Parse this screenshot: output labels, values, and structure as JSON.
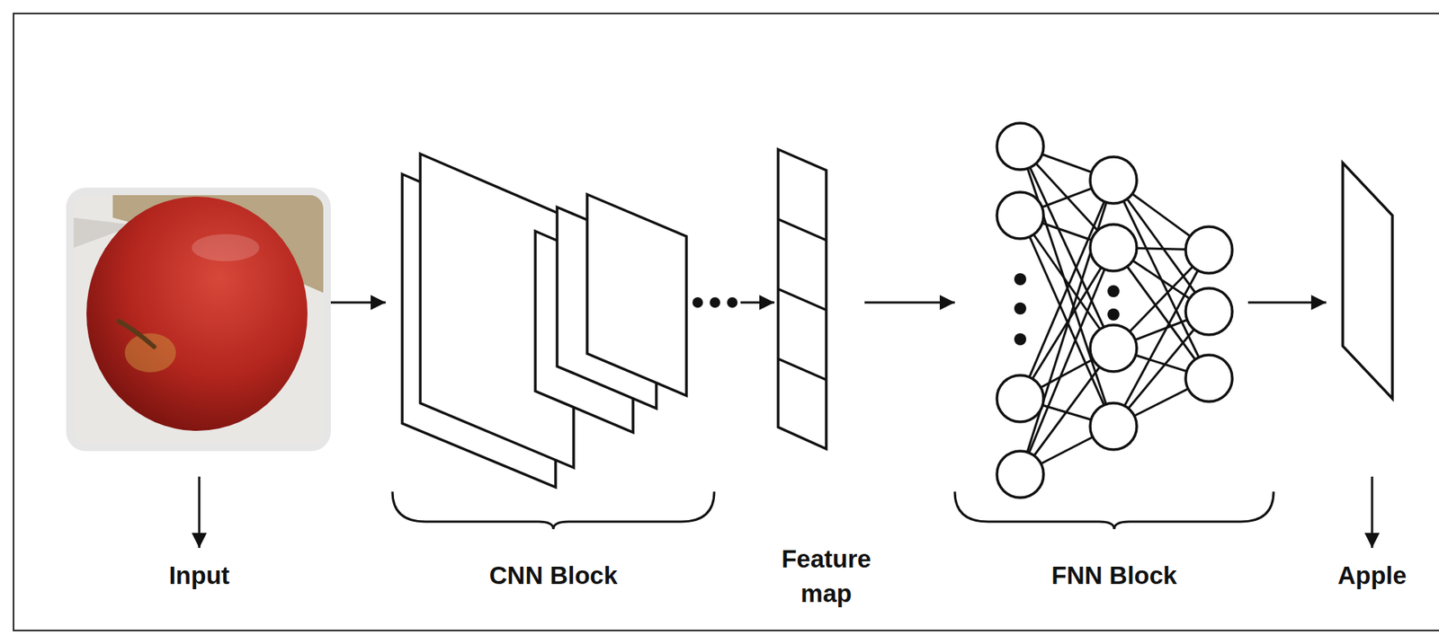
{
  "diagram": {
    "nodes": [
      {
        "text": [
          "Input"
        ]
      },
      {
        "text": [
          "CNN Block"
        ]
      },
      {
        "text": [
          "Feature map"
        ]
      },
      {
        "text": [
          "FNN Block"
        ]
      },
      {
        "text": [
          "Apple"
        ]
      }
    ],
    "edges": [
      {
        "from": 0,
        "to": 1,
        "arrow": "to"
      },
      {
        "from": 1,
        "to": 2,
        "arrow": "to"
      },
      {
        "from": 2,
        "to": 3,
        "arrow": "to"
      },
      {
        "from": 3,
        "to": 4,
        "arrow": "to"
      }
    ]
  }
}
